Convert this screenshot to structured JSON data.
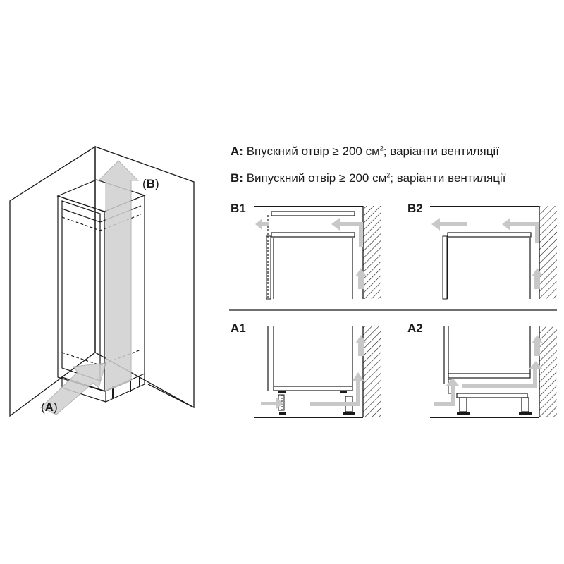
{
  "legend": {
    "a": {
      "key": "A:",
      "text": "Впускний отвір ≥ 200 см",
      "superscript": "2",
      "suffix": "; варіанти вентиляції"
    },
    "b": {
      "key": "B:",
      "text": "Випускний отвір ≥ 200 см",
      "superscript": "2",
      "suffix": "; варіанти вентиляції"
    }
  },
  "callouts": {
    "a": {
      "open": "(",
      "letter": "A",
      "close": ")"
    },
    "b": {
      "open": "(",
      "letter": "B",
      "close": ")"
    }
  },
  "panels": {
    "b1": "B1",
    "b2": "B2",
    "a1": "A1",
    "a2": "A2"
  },
  "colors": {
    "line": "#1a1a1a",
    "arrow": "#c8c8c8",
    "hatch": "#1a1a1a",
    "background": "#ffffff"
  }
}
